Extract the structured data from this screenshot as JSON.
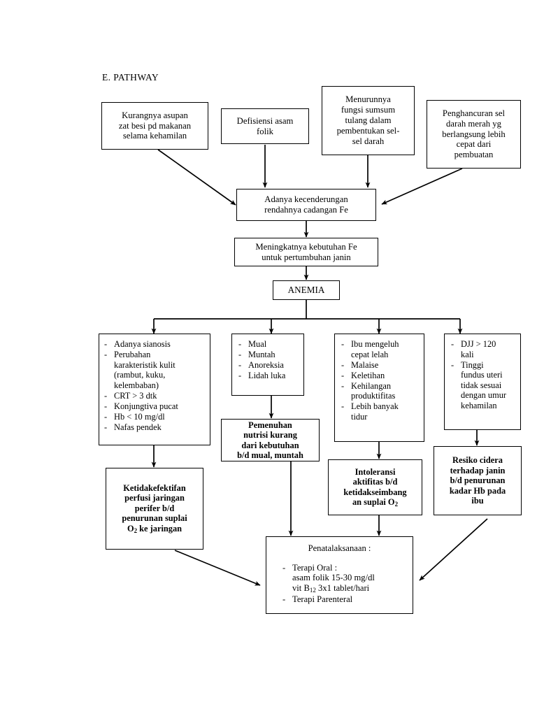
{
  "page": {
    "heading": "E. PATHWAY",
    "ink": "#000000",
    "paper": "#ffffff"
  },
  "nodes": {
    "cause_iron_intake": {
      "lines": [
        "Kurangnya asupan",
        "zat besi pd makanan",
        "selama kehamilan"
      ]
    },
    "cause_folic_deficiency": {
      "lines": [
        "Defisiensi asam",
        "folik"
      ]
    },
    "cause_marrow": {
      "lines": [
        "Menurunnya",
        "fungsi sumsum",
        "tulang dalam",
        "pembentukan sel-",
        "sel darah"
      ]
    },
    "cause_hemolysis": {
      "lines": [
        "Penghancuran sel",
        "darah merah yg",
        "berlangsung lebih",
        "cepat dari",
        "pembuatan"
      ]
    },
    "low_fe_reserve": {
      "lines": [
        "Adanya kecenderungan",
        "rendahnya cadangan Fe"
      ]
    },
    "increased_fe_need": {
      "lines": [
        "Meningkatnya kebutuhan Fe",
        "untuk pertumbuhan janin"
      ]
    },
    "anemia": {
      "lines": [
        "ANEMIA"
      ]
    },
    "signs_skin": {
      "items": [
        [
          "Adanya sianosis"
        ],
        [
          "Perubahan",
          "karakteristik kulit",
          "(rambut, kuku,",
          "kelembaban)"
        ],
        [
          "CRT > 3 dtk"
        ],
        [
          "Konjungtiva pucat"
        ],
        [
          "Hb < 10 mg/dl"
        ],
        [
          "Nafas pendek"
        ]
      ]
    },
    "signs_gi": {
      "items": [
        [
          "Mual"
        ],
        [
          "Muntah"
        ],
        [
          "Anoreksia"
        ],
        [
          "Lidah luka"
        ]
      ]
    },
    "signs_fatigue": {
      "items": [
        [
          "Ibu mengeluh",
          "cepat lelah"
        ],
        [
          "Malaise"
        ],
        [
          "Keletihan"
        ],
        [
          "Kehilangan",
          "produktifitas"
        ],
        [
          "Lebih banyak",
          "tidur"
        ]
      ]
    },
    "signs_fetal": {
      "items": [
        [
          "DJJ > 120",
          "kali"
        ],
        [
          "Tinggi",
          "fundus uteri",
          "tidak sesuai",
          "dengan umur",
          "kehamilan"
        ]
      ]
    },
    "dx_perfusion": {
      "lines": [
        "Ketidakefektifan",
        "perfusi jaringan",
        "perifer b/d",
        "penurunan suplai"
      ],
      "last_line_pre": "O",
      "last_line_sub": "2",
      "last_line_post": " ke jaringan"
    },
    "dx_nutrition": {
      "lines": [
        "Pemenuhan",
        "nutrisi kurang",
        "dari kebutuhan",
        "b/d mual, muntah"
      ]
    },
    "dx_activity": {
      "lines": [
        "Intoleransi",
        "aktifitas b/d",
        "ketidakseimbang",
        "an suplai"
      ],
      "last_line_pre": "an suplai O",
      "last_line_sub": "2",
      "last_line_post": ""
    },
    "dx_fetal_risk": {
      "lines": [
        "Resiko cidera",
        "terhadap janin",
        "b/d penurunan",
        "kadar Hb pada",
        "ibu"
      ]
    },
    "management": {
      "title": "Penatalaksanaan :",
      "item1_label": "Terapi Oral :",
      "item1_detail_1": "asam folik 15-30 mg/dl",
      "item1_detail_2_pre": "vit B",
      "item1_detail_2_sub": "12",
      "item1_detail_2_post": " 3x1 tablet/hari",
      "item2_label": "Terapi Parenteral"
    }
  }
}
